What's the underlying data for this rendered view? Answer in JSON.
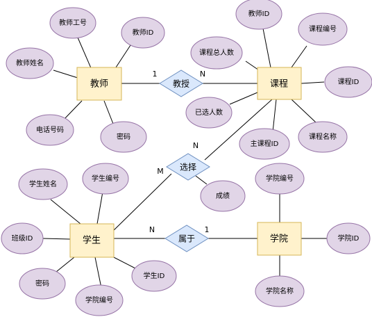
{
  "entities": {
    "teacher": "教师",
    "course": "课程",
    "student": "学生",
    "college": "学院"
  },
  "relationships": {
    "teaches": "教授",
    "selects": "选择",
    "belongs": "属于"
  },
  "attributes": {
    "teacher_work_no": "教师工号",
    "teacher_id": "教师ID",
    "teacher_name": "教师姓名",
    "teacher_phone": "电话号码",
    "teacher_password": "密码",
    "course_teacher_id": "教师ID",
    "course_no": "课程编号",
    "course_total": "课程总人数",
    "course_id": "课程ID",
    "course_selected": "已选人数",
    "course_main_id": "主课程ID",
    "course_name": "课程名称",
    "student_name": "学生姓名",
    "student_no": "学生编号",
    "class_id": "班级ID",
    "student_password": "密码",
    "student_id": "学生ID",
    "student_college_no": "学院编号",
    "grade": "成绩",
    "college_no": "学院编号",
    "college_id": "学院ID",
    "college_name": "学院名称"
  },
  "cardinalities": {
    "teaches_teacher": "1",
    "teaches_course": "N",
    "selects_course": "N",
    "selects_student": "M",
    "belongs_student": "N",
    "belongs_college": "1"
  }
}
